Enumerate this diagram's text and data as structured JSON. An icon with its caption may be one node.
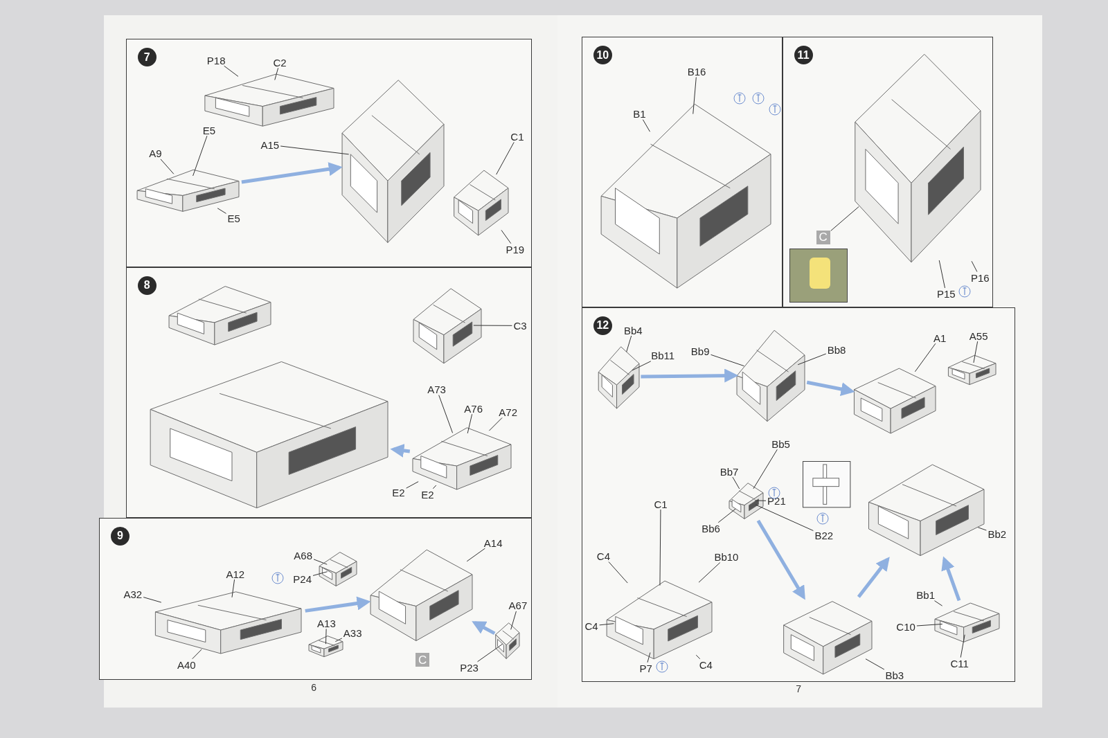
{
  "diagram": {
    "nodes": [
      {
        "text": [
          "7"
        ]
      },
      {
        "text": [
          "P18"
        ],
        "in": 0
      },
      {
        "text": [
          "C2"
        ],
        "in": 0
      },
      {
        "text": [
          "E5"
        ],
        "in": 0
      },
      {
        "text": [
          "A15"
        ],
        "in": 0
      },
      {
        "text": [
          "A9"
        ],
        "in": 0
      },
      {
        "text": [
          "C1"
        ],
        "in": 0
      },
      {
        "text": [
          "E5"
        ],
        "in": 0
      },
      {
        "text": [
          "P19"
        ],
        "in": 0
      },
      {
        "text": [
          "8"
        ]
      },
      {
        "text": [
          "C3"
        ],
        "in": 9
      },
      {
        "text": [
          "A73"
        ],
        "in": 9
      },
      {
        "text": [
          "A76"
        ],
        "in": 9
      },
      {
        "text": [
          "A72"
        ],
        "in": 9
      },
      {
        "text": [
          "E2"
        ],
        "in": 9
      },
      {
        "text": [
          "E2"
        ],
        "in": 9
      },
      {
        "text": [
          "9"
        ]
      },
      {
        "text": [
          "A68"
        ],
        "in": 16
      },
      {
        "text": [
          "A12"
        ],
        "in": 16
      },
      {
        "text": [
          "P24"
        ],
        "in": 16
      },
      {
        "text": [
          "A32"
        ],
        "in": 16
      },
      {
        "text": [
          "A14"
        ],
        "in": 16
      },
      {
        "text": [
          "A13"
        ],
        "in": 16
      },
      {
        "text": [
          "A67"
        ],
        "in": 16
      },
      {
        "text": [
          "A33"
        ],
        "in": 16
      },
      {
        "text": [
          "A40"
        ],
        "in": 16
      },
      {
        "text": [
          "P23"
        ],
        "in": 16
      },
      {
        "text": [
          "10"
        ]
      },
      {
        "text": [
          "B16"
        ],
        "in": 27
      },
      {
        "text": [
          "B1"
        ],
        "in": 27
      },
      {
        "text": [
          "11"
        ]
      },
      {
        "text": [
          "C"
        ],
        "in": 30
      },
      {
        "text": [
          "P16"
        ],
        "in": 30
      },
      {
        "text": [
          "P15"
        ],
        "in": 30
      },
      {
        "text": [
          "12"
        ]
      },
      {
        "text": [
          "Bb4"
        ],
        "in": 34
      },
      {
        "text": [
          "Bb9"
        ],
        "in": 34
      },
      {
        "text": [
          "Bb8"
        ],
        "in": 34
      },
      {
        "text": [
          "Bb11"
        ],
        "in": 34
      },
      {
        "text": [
          "A1"
        ],
        "in": 34
      },
      {
        "text": [
          "A55"
        ],
        "in": 34
      },
      {
        "text": [
          "Bb5"
        ],
        "in": 34
      },
      {
        "text": [
          "Bb7"
        ],
        "in": 34
      },
      {
        "text": [
          "P21"
        ],
        "in": 34
      },
      {
        "text": [
          "Bb6"
        ],
        "in": 34
      },
      {
        "text": [
          "B22"
        ],
        "in": 34
      },
      {
        "text": [
          "C1"
        ],
        "in": 34
      },
      {
        "text": [
          "C4"
        ],
        "in": 34
      },
      {
        "text": [
          "Bb10"
        ],
        "in": 34
      },
      {
        "text": [
          "Bb2"
        ],
        "in": 34
      },
      {
        "text": [
          "C4"
        ],
        "in": 34
      },
      {
        "text": [
          "Bb1"
        ],
        "in": 34
      },
      {
        "text": [
          "C10"
        ],
        "in": 34
      },
      {
        "text": [
          "C11"
        ],
        "in": 34
      },
      {
        "text": [
          "P7"
        ],
        "in": 34
      },
      {
        "text": [
          "C4"
        ],
        "in": 34
      },
      {
        "text": [
          "Bb3"
        ],
        "in": 34
      },
      {
        "text": [
          "C"
        ],
        "in": 16
      },
      {
        "text": [],
        "shape": "picture",
        "in": 0
      },
      {
        "text": [],
        "shape": "picture",
        "in": 0
      },
      {
        "text": [],
        "shape": "picture",
        "in": 0
      },
      {
        "text": [],
        "shape": "picture",
        "in": 0
      },
      {
        "text": [],
        "shape": "picture",
        "in": 9
      },
      {
        "text": [],
        "shape": "picture",
        "in": 9
      },
      {
        "text": [],
        "shape": "picture",
        "in": 9
      },
      {
        "text": [],
        "shape": "picture",
        "in": 9
      },
      {
        "text": [],
        "shape": "picture",
        "in": 16
      },
      {
        "text": [],
        "shape": "picture",
        "in": 16
      },
      {
        "text": [],
        "shape": "picture",
        "in": 16
      },
      {
        "text": [],
        "shape": "picture",
        "in": 16
      },
      {
        "text": [],
        "shape": "picture",
        "in": 16
      },
      {
        "text": [],
        "shape": "picture",
        "in": 27
      },
      {
        "text": [],
        "shape": "picture",
        "in": 30
      },
      {
        "text": [],
        "shape": "picture",
        "in": 34
      },
      {
        "text": [],
        "shape": "picture",
        "in": 34
      },
      {
        "text": [],
        "shape": "picture",
        "in": 34
      },
      {
        "text": [],
        "shape": "picture",
        "in": 34
      },
      {
        "text": [],
        "shape": "picture",
        "in": 34
      },
      {
        "text": [],
        "shape": "picture",
        "in": 34
      },
      {
        "text": [],
        "shape": "picture",
        "in": 34
      },
      {
        "text": [],
        "shape": "picture",
        "in": 34
      },
      {
        "text": [],
        "shape": "picture",
        "in": 34
      },
      {
        "text": [],
        "shape": "picture",
        "in": 34
      }
    ],
    "edges": [
      {
        "from": 1,
        "to": 58,
        "arrow": "none"
      },
      {
        "from": 2,
        "to": 58,
        "arrow": "none"
      },
      {
        "from": 3,
        "to": 59,
        "arrow": "none"
      },
      {
        "from": 4,
        "to": 60,
        "arrow": "none"
      },
      {
        "from": 5,
        "to": 59,
        "arrow": "none"
      },
      {
        "from": 6,
        "to": 61,
        "arrow": "none"
      },
      {
        "from": 7,
        "to": 59,
        "arrow": "none"
      },
      {
        "from": 8,
        "to": 61,
        "arrow": "none"
      },
      {
        "from": 10,
        "to": 64,
        "arrow": "none"
      },
      {
        "from": 11,
        "to": 65,
        "arrow": "none"
      },
      {
        "from": 12,
        "to": 65,
        "arrow": "none"
      },
      {
        "from": 13,
        "to": 65,
        "arrow": "none"
      },
      {
        "from": 14,
        "to": 65,
        "arrow": "none"
      },
      {
        "from": 15,
        "to": 65,
        "arrow": "none"
      },
      {
        "from": 17,
        "to": 67,
        "arrow": "none"
      },
      {
        "from": 18,
        "to": 66,
        "arrow": "none"
      },
      {
        "from": 19,
        "to": 67,
        "arrow": "none"
      },
      {
        "from": 20,
        "to": 66,
        "arrow": "none"
      },
      {
        "from": 21,
        "to": 68,
        "arrow": "none"
      },
      {
        "from": 22,
        "to": 70,
        "arrow": "none"
      },
      {
        "from": 23,
        "to": 69,
        "arrow": "none"
      },
      {
        "from": 24,
        "to": 70,
        "arrow": "none"
      },
      {
        "from": 25,
        "to": 66,
        "arrow": "none"
      },
      {
        "from": 26,
        "to": 69,
        "arrow": "none"
      },
      {
        "from": 28,
        "to": 71,
        "arrow": "none"
      },
      {
        "from": 29,
        "to": 71,
        "arrow": "none"
      },
      {
        "from": 31,
        "to": 72,
        "arrow": "none"
      },
      {
        "from": 32,
        "to": 72,
        "arrow": "none"
      },
      {
        "from": 33,
        "to": 72,
        "arrow": "none"
      },
      {
        "from": 35,
        "to": 73,
        "arrow": "none"
      },
      {
        "from": 36,
        "to": 74,
        "arrow": "none"
      },
      {
        "from": 37,
        "to": 74,
        "arrow": "none"
      },
      {
        "from": 38,
        "to": 73,
        "arrow": "none"
      },
      {
        "from": 39,
        "to": 75,
        "arrow": "none"
      },
      {
        "from": 40,
        "to": 76,
        "arrow": "none"
      },
      {
        "from": 41,
        "to": 77,
        "arrow": "none"
      },
      {
        "from": 42,
        "to": 77,
        "arrow": "none"
      },
      {
        "from": 43,
        "to": 77,
        "arrow": "none"
      },
      {
        "from": 44,
        "to": 77,
        "arrow": "none"
      },
      {
        "from": 45,
        "to": 77,
        "arrow": "none"
      },
      {
        "from": 46,
        "to": 80,
        "arrow": "none"
      },
      {
        "from": 47,
        "to": 80,
        "arrow": "none"
      },
      {
        "from": 48,
        "to": 80,
        "arrow": "none"
      },
      {
        "from": 49,
        "to": 79,
        "arrow": "none"
      },
      {
        "from": 50,
        "to": 80,
        "arrow": "none"
      },
      {
        "from": 51,
        "to": 82,
        "arrow": "none"
      },
      {
        "from": 52,
        "to": 82,
        "arrow": "none"
      },
      {
        "from": 53,
        "to": 82,
        "arrow": "none"
      },
      {
        "from": 54,
        "to": 80,
        "arrow": "none"
      },
      {
        "from": 55,
        "to": 80,
        "arrow": "none"
      },
      {
        "from": 56,
        "to": 81,
        "arrow": "none"
      },
      {
        "from": 59,
        "to": 60,
        "arrow": "to",
        "style": "thick",
        "color": "#8fb0e0"
      },
      {
        "from": 65,
        "to": 63,
        "arrow": "to",
        "style": "thick",
        "color": "#8fb0e0"
      },
      {
        "from": 66,
        "to": 68,
        "arrow": "to",
        "style": "thick",
        "color": "#8fb0e0"
      },
      {
        "from": 69,
        "to": 68,
        "arrow": "to",
        "style": "thick",
        "color": "#8fb0e0"
      },
      {
        "from": 73,
        "to": 74,
        "arrow": "to",
        "style": "thick",
        "color": "#8fb0e0"
      },
      {
        "from": 74,
        "to": 75,
        "arrow": "to",
        "style": "thick",
        "color": "#8fb0e0"
      },
      {
        "from": 77,
        "to": 81,
        "arrow": "to",
        "style": "thick",
        "color": "#8fb0e0"
      },
      {
        "from": 81,
        "to": 79,
        "arrow": "to",
        "style": "thick",
        "color": "#8fb0e0"
      },
      {
        "from": 82,
        "to": 79,
        "arrow": "to",
        "style": "thick",
        "color": "#8fb0e0"
      }
    ],
    "labels": [
      "6",
      "7"
    ]
  }
}
